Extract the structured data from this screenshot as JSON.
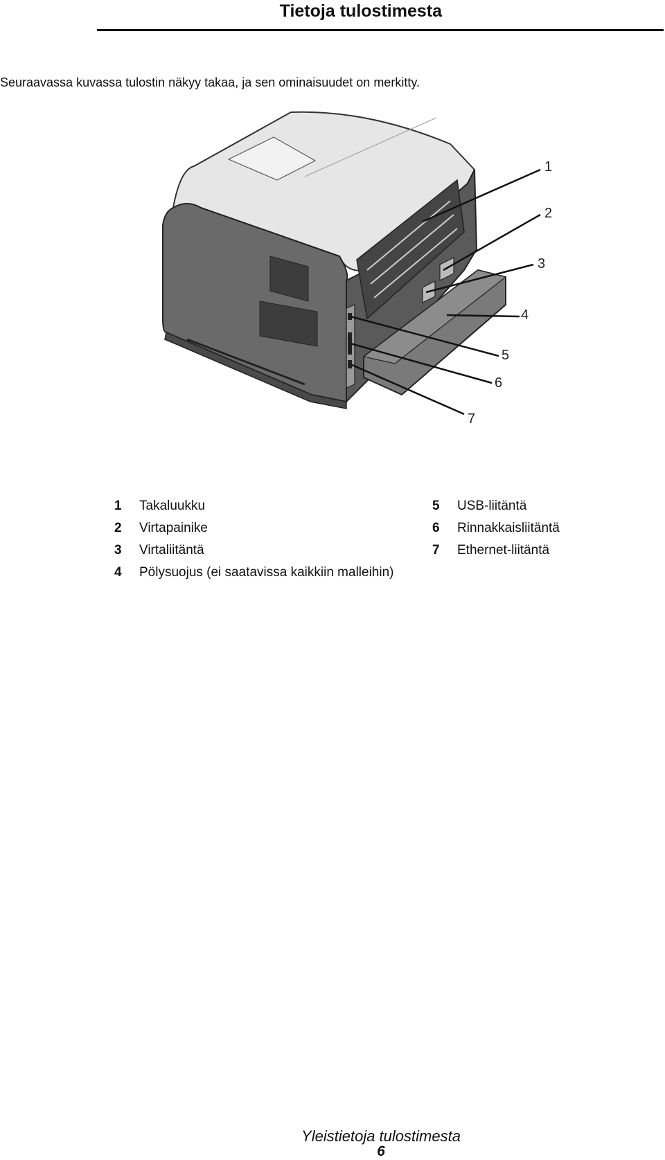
{
  "header": {
    "title": "Tietoja tulostimesta"
  },
  "intro": {
    "text": "Seuraavassa kuvassa tulostin näkyy takaa, ja sen ominaisuudet on merkitty."
  },
  "figure": {
    "callouts": [
      "1",
      "2",
      "3",
      "4",
      "5",
      "6",
      "7"
    ]
  },
  "legend": {
    "items": [
      {
        "num": "1",
        "label": "Takaluukku"
      },
      {
        "num": "2",
        "label": "Virtapainike"
      },
      {
        "num": "3",
        "label": "Virtaliitäntä"
      },
      {
        "num": "4",
        "label": "Pölysuojus (ei saatavissa kaikkiin malleihin)"
      },
      {
        "num": "5",
        "label": "USB-liitäntä"
      },
      {
        "num": "6",
        "label": "Rinnakkaisliitäntä"
      },
      {
        "num": "7",
        "label": "Ethernet-liitäntä"
      }
    ]
  },
  "footer": {
    "section_title": "Yleistietoja tulostimesta",
    "page_number": "6"
  }
}
